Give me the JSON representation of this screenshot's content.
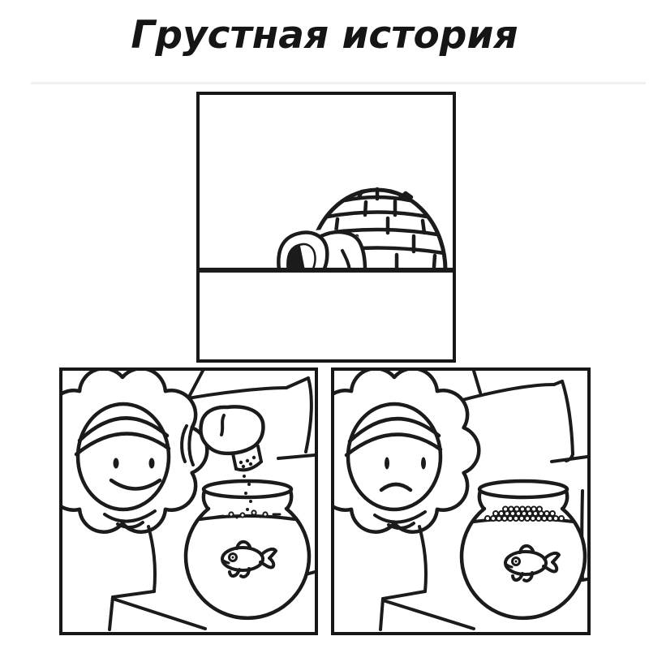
{
  "title": "Грустная история",
  "colors": {
    "ink": "#1b1b1b",
    "paper": "#ffffff"
  },
  "figures": {
    "top_panel": "igloo-exterior-scene",
    "bottom_left_panel": "smiling-parka-person-feeding-fish",
    "bottom_right_panel": "sad-parka-person-food-uneaten"
  }
}
